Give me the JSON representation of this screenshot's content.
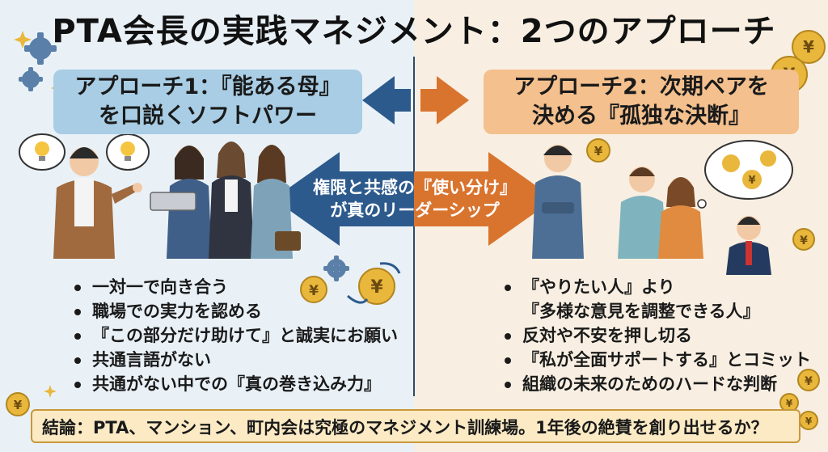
{
  "title": "PTA会長の実践マネジメント：2つのアプローチ",
  "approach_left": {
    "line1": "アプローチ1：『能ある母』",
    "line2": "を口説くソフトパワー"
  },
  "approach_right": {
    "line1": "アプローチ2：次期ペアを",
    "line2": "決める『孤独な決断』"
  },
  "center_message": {
    "line1": "権限と共感の『使い分け』",
    "line2": "が真のリーダーシップ"
  },
  "left_points": [
    "一対一で向き合う",
    "職場での実力を認める",
    "『この部分だけ助けて』と誠実にお願い",
    "共通言語がない",
    "共通がない中での『真の巻き込み力』"
  ],
  "right_points": [
    {
      "text": "『やりたい人』より",
      "bullet": true
    },
    {
      "text": "『多様な意見を調整できる人』",
      "bullet": false
    },
    {
      "text": "反対や不安を押し切る",
      "bullet": true
    },
    {
      "text": "『私が全面サポートする』とコミット",
      "bullet": true
    },
    {
      "text": "組織の未来のためのハードな判断",
      "bullet": true
    }
  ],
  "conclusion": "結論：PTA、マンション、町内会は究極のマネジメント訓練場。1年後の絶賛を創り出せるか？",
  "coin_symbol": "¥",
  "colors": {
    "left_panel": "#e9f1f7",
    "right_panel": "#f8efe2",
    "blue_arrow": "#2d5a8c",
    "orange_arrow": "#d9742f",
    "left_box": "#a8cde4",
    "right_box": "#f3c08e",
    "conclusion_bg": "#fbeac4",
    "gold": "#e9b73b"
  }
}
